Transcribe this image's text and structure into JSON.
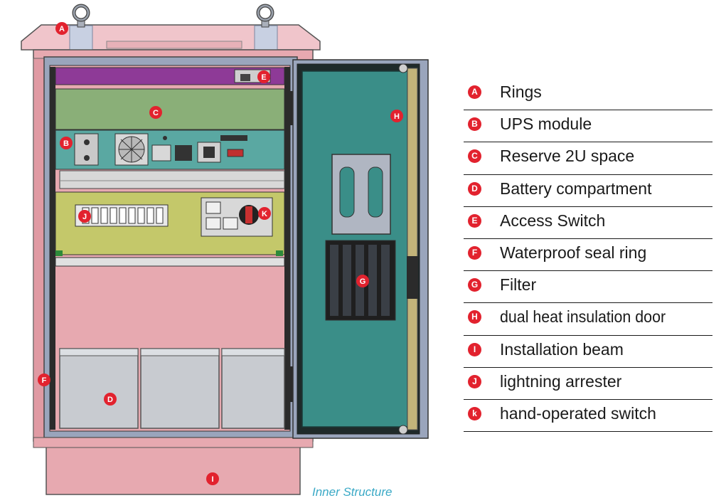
{
  "labels": [
    {
      "key": "A",
      "marker": "A",
      "text": "Rings"
    },
    {
      "key": "B",
      "marker": "B",
      "text": "UPS  module"
    },
    {
      "key": "C",
      "marker": "C",
      "text": "Reserve 2U space"
    },
    {
      "key": "D",
      "marker": "D",
      "text": "Battery compartment"
    },
    {
      "key": "E",
      "marker": "E",
      "text": "Access Switch"
    },
    {
      "key": "F",
      "marker": "F",
      "text": "Waterproof seal ring"
    },
    {
      "key": "G",
      "marker": "G",
      "text": "Filter"
    },
    {
      "key": "H",
      "marker": "H",
      "text": "dual heat insulation door"
    },
    {
      "key": "I",
      "marker": "I",
      "text": "Installation beam"
    },
    {
      "key": "J",
      "marker": "J",
      "text": "lightning arrester"
    },
    {
      "key": "K",
      "marker": "K",
      "legend_marker": "k",
      "text": "hand-operated switch"
    }
  ],
  "caption": "Inner Structure",
  "colors": {
    "marker": "#e2222e",
    "cabinet_pink": "#e7a9b0",
    "frame_blue": "#8a96ad",
    "door_panel": "#3a8e88",
    "ups_panel": "#5aa8a2",
    "arrester_panel": "#c4c86a",
    "reserve_panel": "#8aaf78",
    "top_strip": "#8e3a97",
    "battery": "#c8cbd0",
    "caption": "#3aa9c6"
  }
}
